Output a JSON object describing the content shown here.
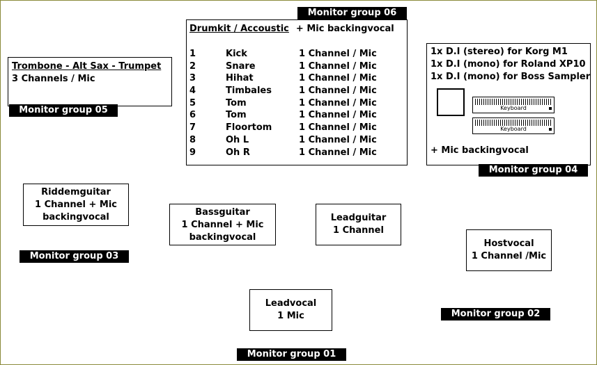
{
  "monitor_groups": {
    "g01": "Monitor group 01",
    "g02": "Monitor group 02",
    "g03": "Monitor group 03",
    "g04": "Monitor group 04",
    "g05": "Monitor group 05",
    "g06": "Monitor group 06"
  },
  "horns": {
    "title": "Trombone - Alt Sax - Trumpet",
    "line2": "3 Channels / Mic"
  },
  "drumkit": {
    "title": "Drumkit / Accoustic",
    "extra": "+ Mic backingvocal",
    "rows": [
      {
        "num": "1",
        "instrument": "Kick",
        "channel": "1 Channel / Mic"
      },
      {
        "num": "2",
        "instrument": "Snare",
        "channel": "1 Channel / Mic"
      },
      {
        "num": "3",
        "instrument": "Hihat",
        "channel": "1 Channel / Mic"
      },
      {
        "num": "4",
        "instrument": "Timbales",
        "channel": "1 Channel / Mic"
      },
      {
        "num": "5",
        "instrument": "Tom",
        "channel": "1 Channel / Mic"
      },
      {
        "num": "6",
        "instrument": "Tom",
        "channel": "1 Channel / Mic"
      },
      {
        "num": "7",
        "instrument": "Floortom",
        "channel": "1 Channel / Mic"
      },
      {
        "num": "8",
        "instrument": "Oh L",
        "channel": "1 Channel / Mic"
      },
      {
        "num": "9",
        "instrument": "Oh R",
        "channel": "1 Channel / Mic"
      }
    ]
  },
  "keys": {
    "line1": "1x  D.I (stereo) for Korg M1",
    "line2": "1x  D.I (mono) for Roland XP10",
    "line3": "1x  D.I (mono) for Boss Sampler",
    "keyboard_label": "Keyboard",
    "extra": "+ Mic backingvocal"
  },
  "riddemguitar": {
    "line1": "Riddemguitar",
    "line2": "1 Channel + Mic",
    "line3": "backingvocal"
  },
  "bassguitar": {
    "line1": "Bassguitar",
    "line2": "1 Channel + Mic",
    "line3": "backingvocal"
  },
  "leadguitar": {
    "line1": "Leadguitar",
    "line2": "1 Channel"
  },
  "hostvocal": {
    "line1": "Hostvocal",
    "line2": "1 Channel /Mic"
  },
  "leadvocal": {
    "line1": "Leadvocal",
    "line2": "1 Mic"
  }
}
